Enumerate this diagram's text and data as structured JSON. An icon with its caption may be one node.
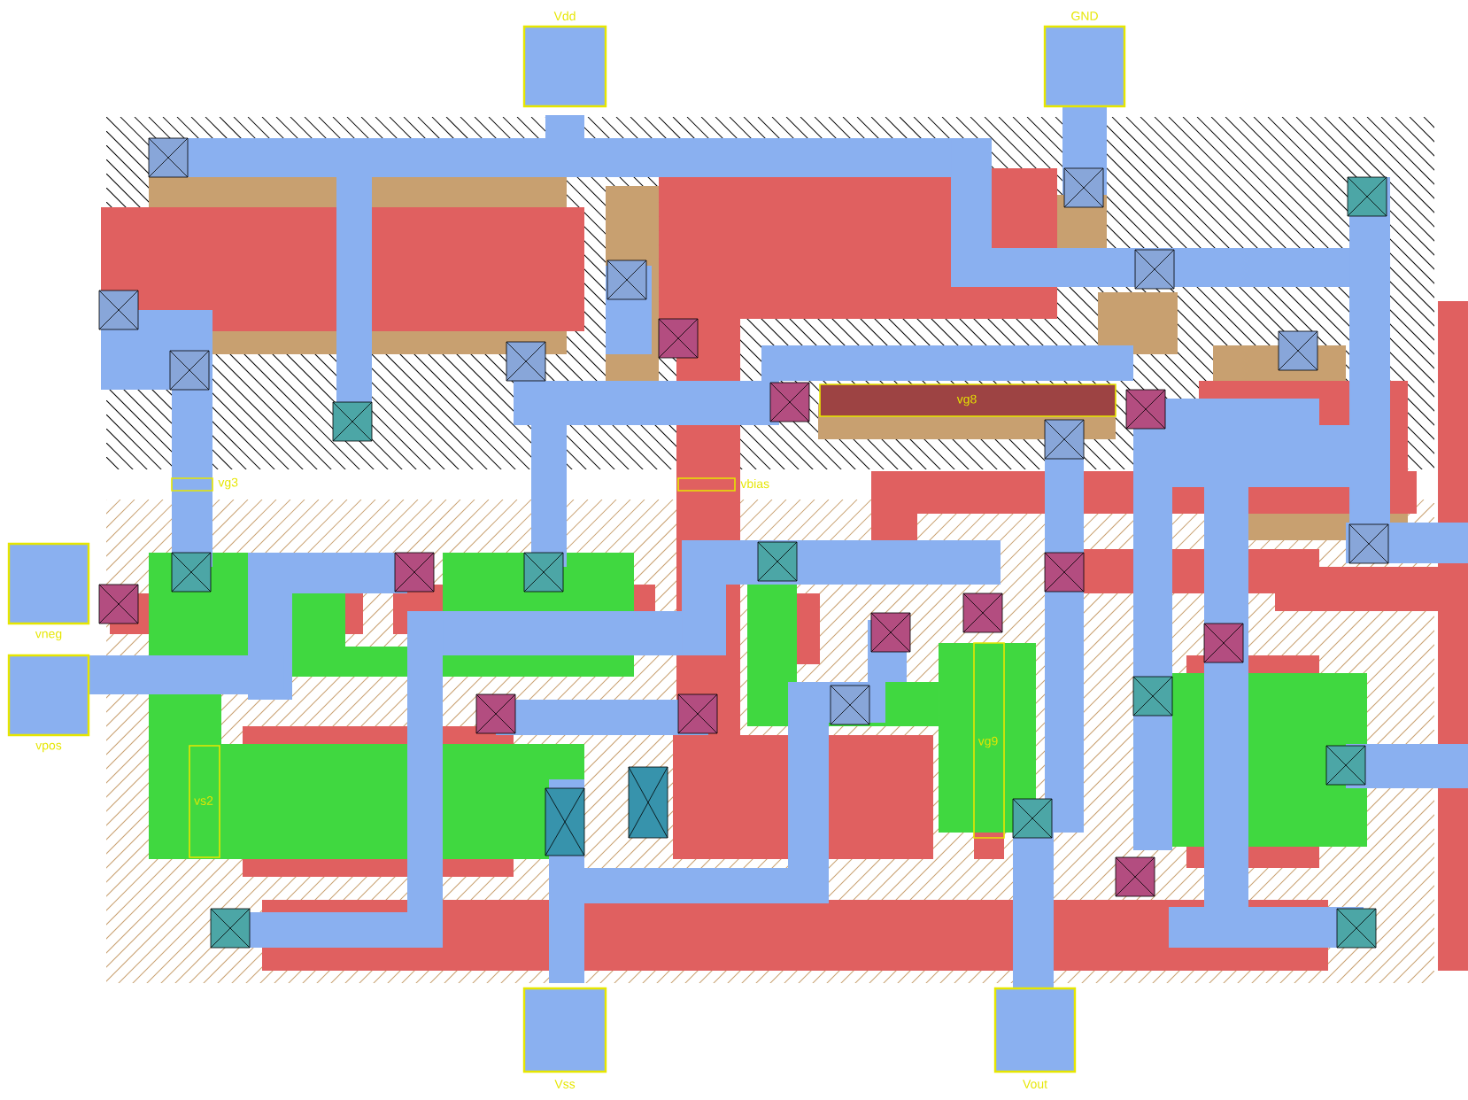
{
  "diagram": {
    "nodes": [
      {
        "text": [
          "Vdd"
        ]
      },
      {
        "text": [
          "GND"
        ]
      },
      {
        "text": [
          "vneg"
        ]
      },
      {
        "text": [
          "vpos"
        ]
      },
      {
        "text": [
          "Vss"
        ]
      },
      {
        "text": [
          "Vout"
        ]
      }
    ],
    "labels": [
      "vg3",
      "vbias",
      "vg8",
      "vs2",
      "vg9"
    ]
  }
}
